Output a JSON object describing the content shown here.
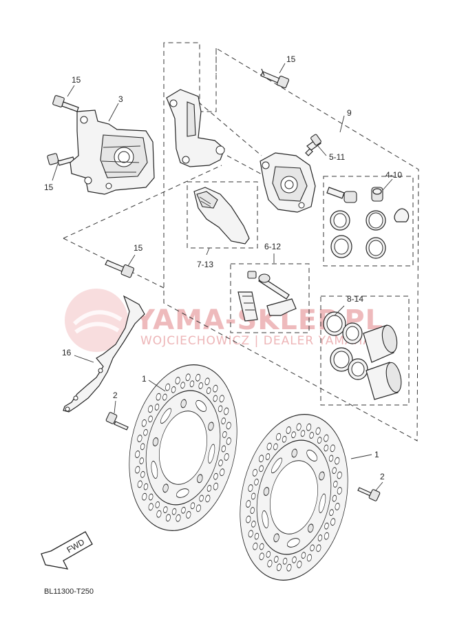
{
  "diagram": {
    "code": "BL11300-T250",
    "fwd_label": "FWD",
    "watermark": {
      "brand": "YAMA-SKLEP.PL",
      "tagline": "WOJCIECHOWICZ | DEALER YAMAHA",
      "color": "#e59a9e"
    },
    "callouts": {
      "bolt_top": "15",
      "bolt_left_top": "15",
      "bolt_left_bottom": "15",
      "bolt_middle": "15",
      "caliper_left": "3",
      "caliper_assy": "9",
      "bleeder": "5-11",
      "piston_seals": "4-10",
      "pin_set": "6-12",
      "pad_set": "7-13",
      "piston_set": "8-14",
      "sensor_bracket": "16",
      "disc_left": "1",
      "disc_right": "1",
      "screw_left": "2",
      "screw_right": "2"
    }
  }
}
